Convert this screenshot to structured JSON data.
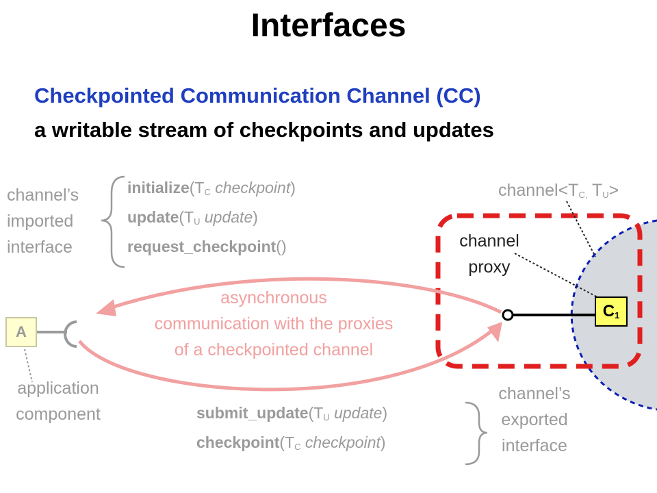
{
  "title": "Interfaces",
  "subtitle_line1": "Checkpointed Communication Channel (CC)",
  "subtitle_line2": "a writable stream of checkpoints and updates",
  "imported_label": [
    "channel’s",
    "imported",
    "interface"
  ],
  "imported_methods": [
    {
      "name": "initialize",
      "open": "(T",
      "sub": "C",
      "param": " checkpoint",
      "close": ")"
    },
    {
      "name": "update",
      "open": "(T",
      "sub": "U",
      "param": " update",
      "close": ")"
    },
    {
      "name": "request_checkpoint",
      "open": "()",
      "sub": "",
      "param": "",
      "close": ""
    }
  ],
  "exported_label": [
    "channel’s",
    "exported",
    "interface"
  ],
  "exported_methods": [
    {
      "name": "submit_update",
      "open": "(T",
      "sub": "U",
      "param": " update",
      "close": ")"
    },
    {
      "name": "checkpoint",
      "open": "(T",
      "sub": "C",
      "param": " checkpoint",
      "close": ")"
    }
  ],
  "channel_type": {
    "prefix": "channel<T",
    "sub1": "C,",
    "mid": " T",
    "sub2": "U",
    "suffix": ">"
  },
  "proxy_label": [
    "channel",
    "proxy"
  ],
  "async_text": [
    "asynchronous",
    "communication with the proxies",
    "of a checkpointed channel"
  ],
  "component_a": "A",
  "app_label": [
    "application",
    "component"
  ],
  "c1": {
    "letter": "C",
    "sub": "1"
  },
  "colors": {
    "blue": "#1f3fbf",
    "red_dashed": "#e02020",
    "pink": "#f2a0a0",
    "gray": "#9a9a9a",
    "shape_fill": "#d6d9de",
    "shape_border": "#0a1eb4",
    "yellow": "#ffff66"
  }
}
